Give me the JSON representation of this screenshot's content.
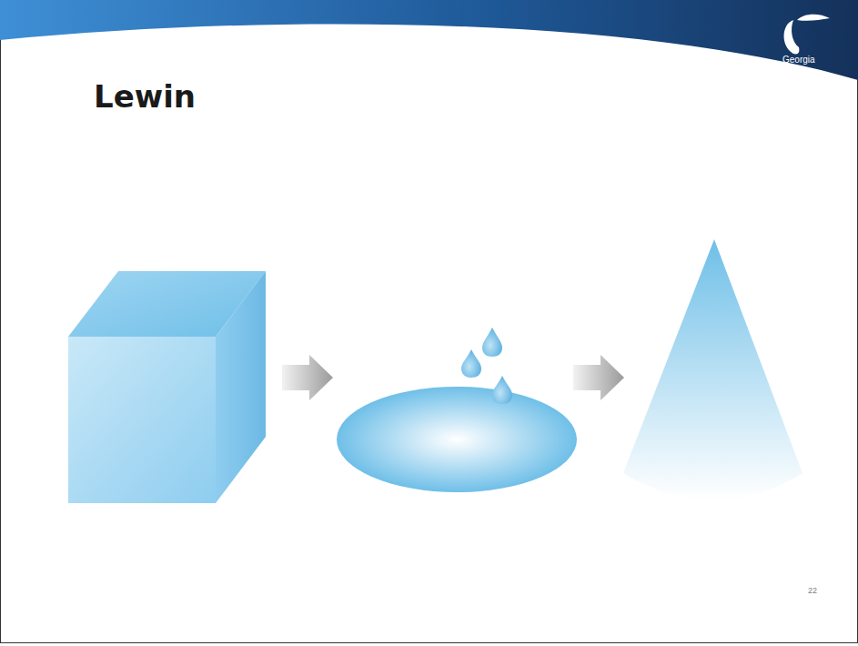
{
  "diagram": {
    "title": "Lewin",
    "labels": [
      "Georgia",
      "22"
    ]
  }
}
